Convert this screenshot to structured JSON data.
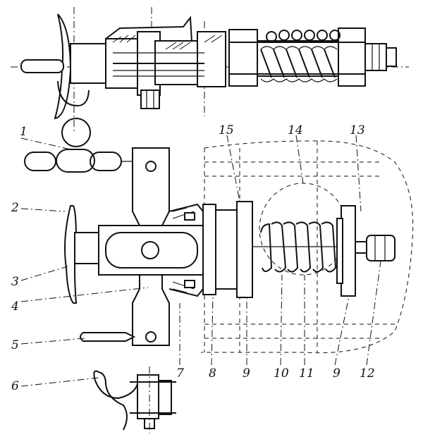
{
  "figure": {
    "callouts": [
      {
        "id": "1",
        "label": "1"
      },
      {
        "id": "2",
        "label": "2"
      },
      {
        "id": "3",
        "label": "3"
      },
      {
        "id": "4",
        "label": "4"
      },
      {
        "id": "5",
        "label": "5"
      },
      {
        "id": "6",
        "label": "6"
      },
      {
        "id": "7",
        "label": "7"
      },
      {
        "id": "8",
        "label": "8"
      },
      {
        "id": "9a",
        "label": "9"
      },
      {
        "id": "10",
        "label": "10"
      },
      {
        "id": "11",
        "label": "11"
      },
      {
        "id": "9b",
        "label": "9"
      },
      {
        "id": "12",
        "label": "12"
      },
      {
        "id": "13",
        "label": "13"
      },
      {
        "id": "14",
        "label": "14"
      },
      {
        "id": "15",
        "label": "15"
      }
    ]
  }
}
